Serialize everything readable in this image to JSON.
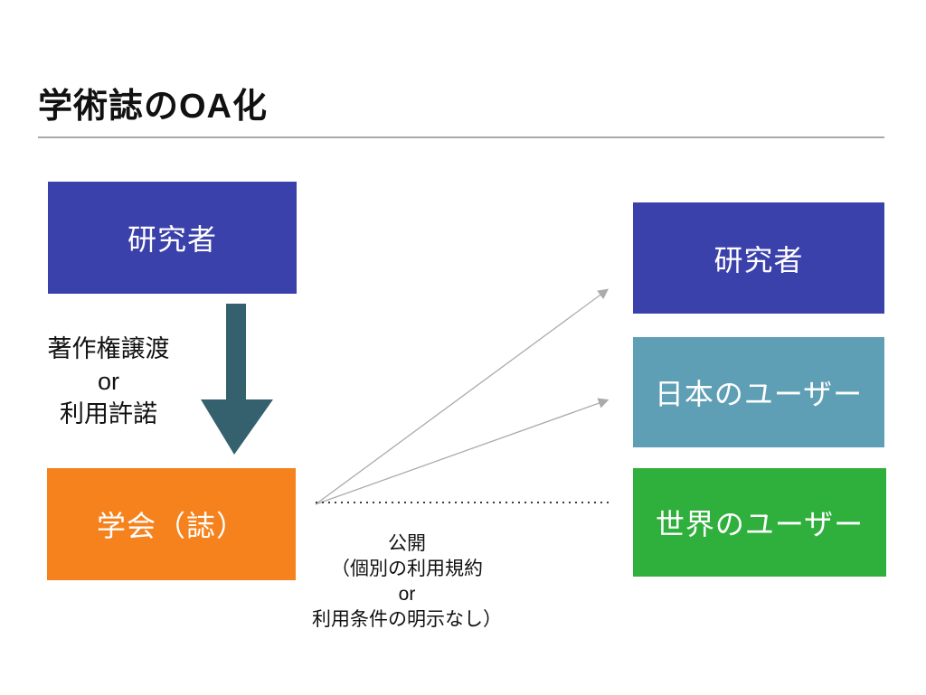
{
  "slide": {
    "title": "学術誌のOA化",
    "left_flow": {
      "researcher_box": "研究者",
      "transfer_label": [
        "著作権譲渡",
        "or",
        "利用許諾"
      ],
      "society_box": "学会（誌）"
    },
    "right_boxes": [
      {
        "label": "研究者",
        "color": "#3b41ab"
      },
      {
        "label": "日本のユーザー",
        "color": "#5e9fb5"
      },
      {
        "label": "世界のユーザー",
        "color": "#2faf3c"
      }
    ],
    "publish_label": [
      "公開",
      "（個別の利用規約",
      "or",
      "利用条件の明示なし）"
    ],
    "colors": {
      "researcher_box": "#3b41ab",
      "society_box": "#f6821e",
      "japan_users_box": "#5e9fb5",
      "world_users_box": "#2faf3c",
      "transfer_arrow": "#35616f",
      "connector_line": "#ababab",
      "dotted_line": "#3a3a3a",
      "divider": "#a9a9a9"
    }
  }
}
